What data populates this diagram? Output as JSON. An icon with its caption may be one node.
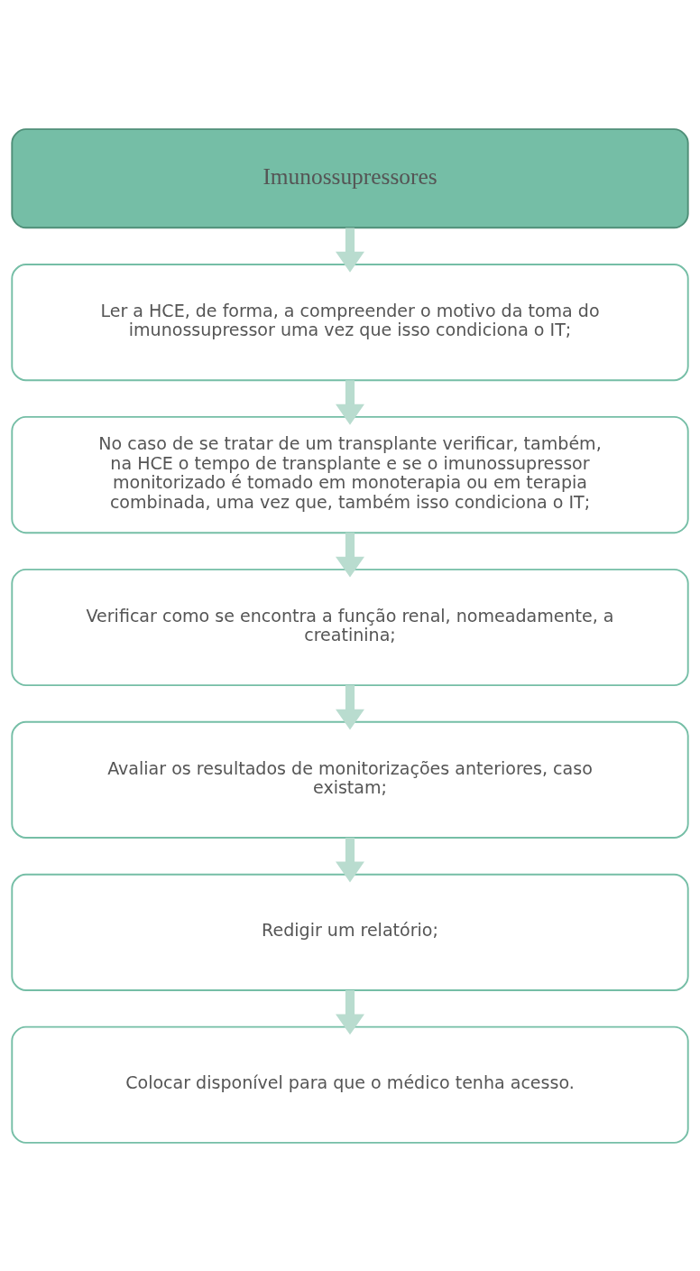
{
  "diagram": {
    "nodes": [
      {
        "text": [
          "Imunossupressores"
        ]
      },
      {
        "text": [
          "Ler a HCE, de forma, a compreender o motivo da toma do imunossupressor uma vez que isso condiciona o IT;"
        ]
      },
      {
        "text": [
          "No caso de se tratar de um transplante verificar, também, na HCE o tempo de transplante e se o imunossupressor monitorizado é tomado em monoterapia ou em terapia combinada, uma vez que, também isso condiciona o IT;"
        ]
      },
      {
        "text": [
          "Verificar como se encontra a função renal, nomeadamente, a creatinina;"
        ]
      },
      {
        "text": [
          "Avaliar os resultados de monitorizações anteriores, caso existam;"
        ]
      },
      {
        "text": [
          "Redigir um relatório;"
        ]
      },
      {
        "text": [
          "Colocar disponível para que o médico tenha acesso."
        ]
      }
    ],
    "edges": [
      {
        "from": 0,
        "to": 1,
        "arrow": "to"
      },
      {
        "from": 1,
        "to": 2,
        "arrow": "to"
      },
      {
        "from": 2,
        "to": 3,
        "arrow": "to"
      },
      {
        "from": 3,
        "to": 4,
        "arrow": "to"
      },
      {
        "from": 4,
        "to": 5,
        "arrow": "to"
      },
      {
        "from": 5,
        "to": 6,
        "arrow": "to"
      }
    ]
  }
}
